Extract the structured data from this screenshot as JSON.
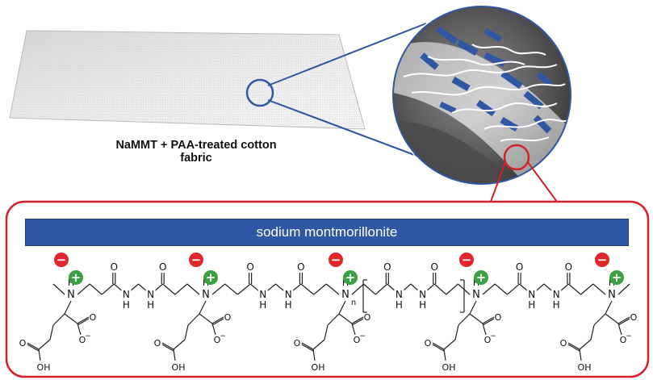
{
  "fabric_caption": "NaMMT + PAA-treated cotton fabric",
  "clay_layer_label": "sodium montmorillonite",
  "chem": {
    "N": "N",
    "H": "H",
    "O": "O",
    "OH": "OH",
    "neg": "−",
    "pos": "+",
    "repeat_index": "n",
    "minus_sign": "−"
  },
  "colors": {
    "callout_red": "#d62027",
    "highlight_blue": "#2f57a3",
    "negative_charge": "#e0262b",
    "positive_charge": "#3aa142"
  }
}
